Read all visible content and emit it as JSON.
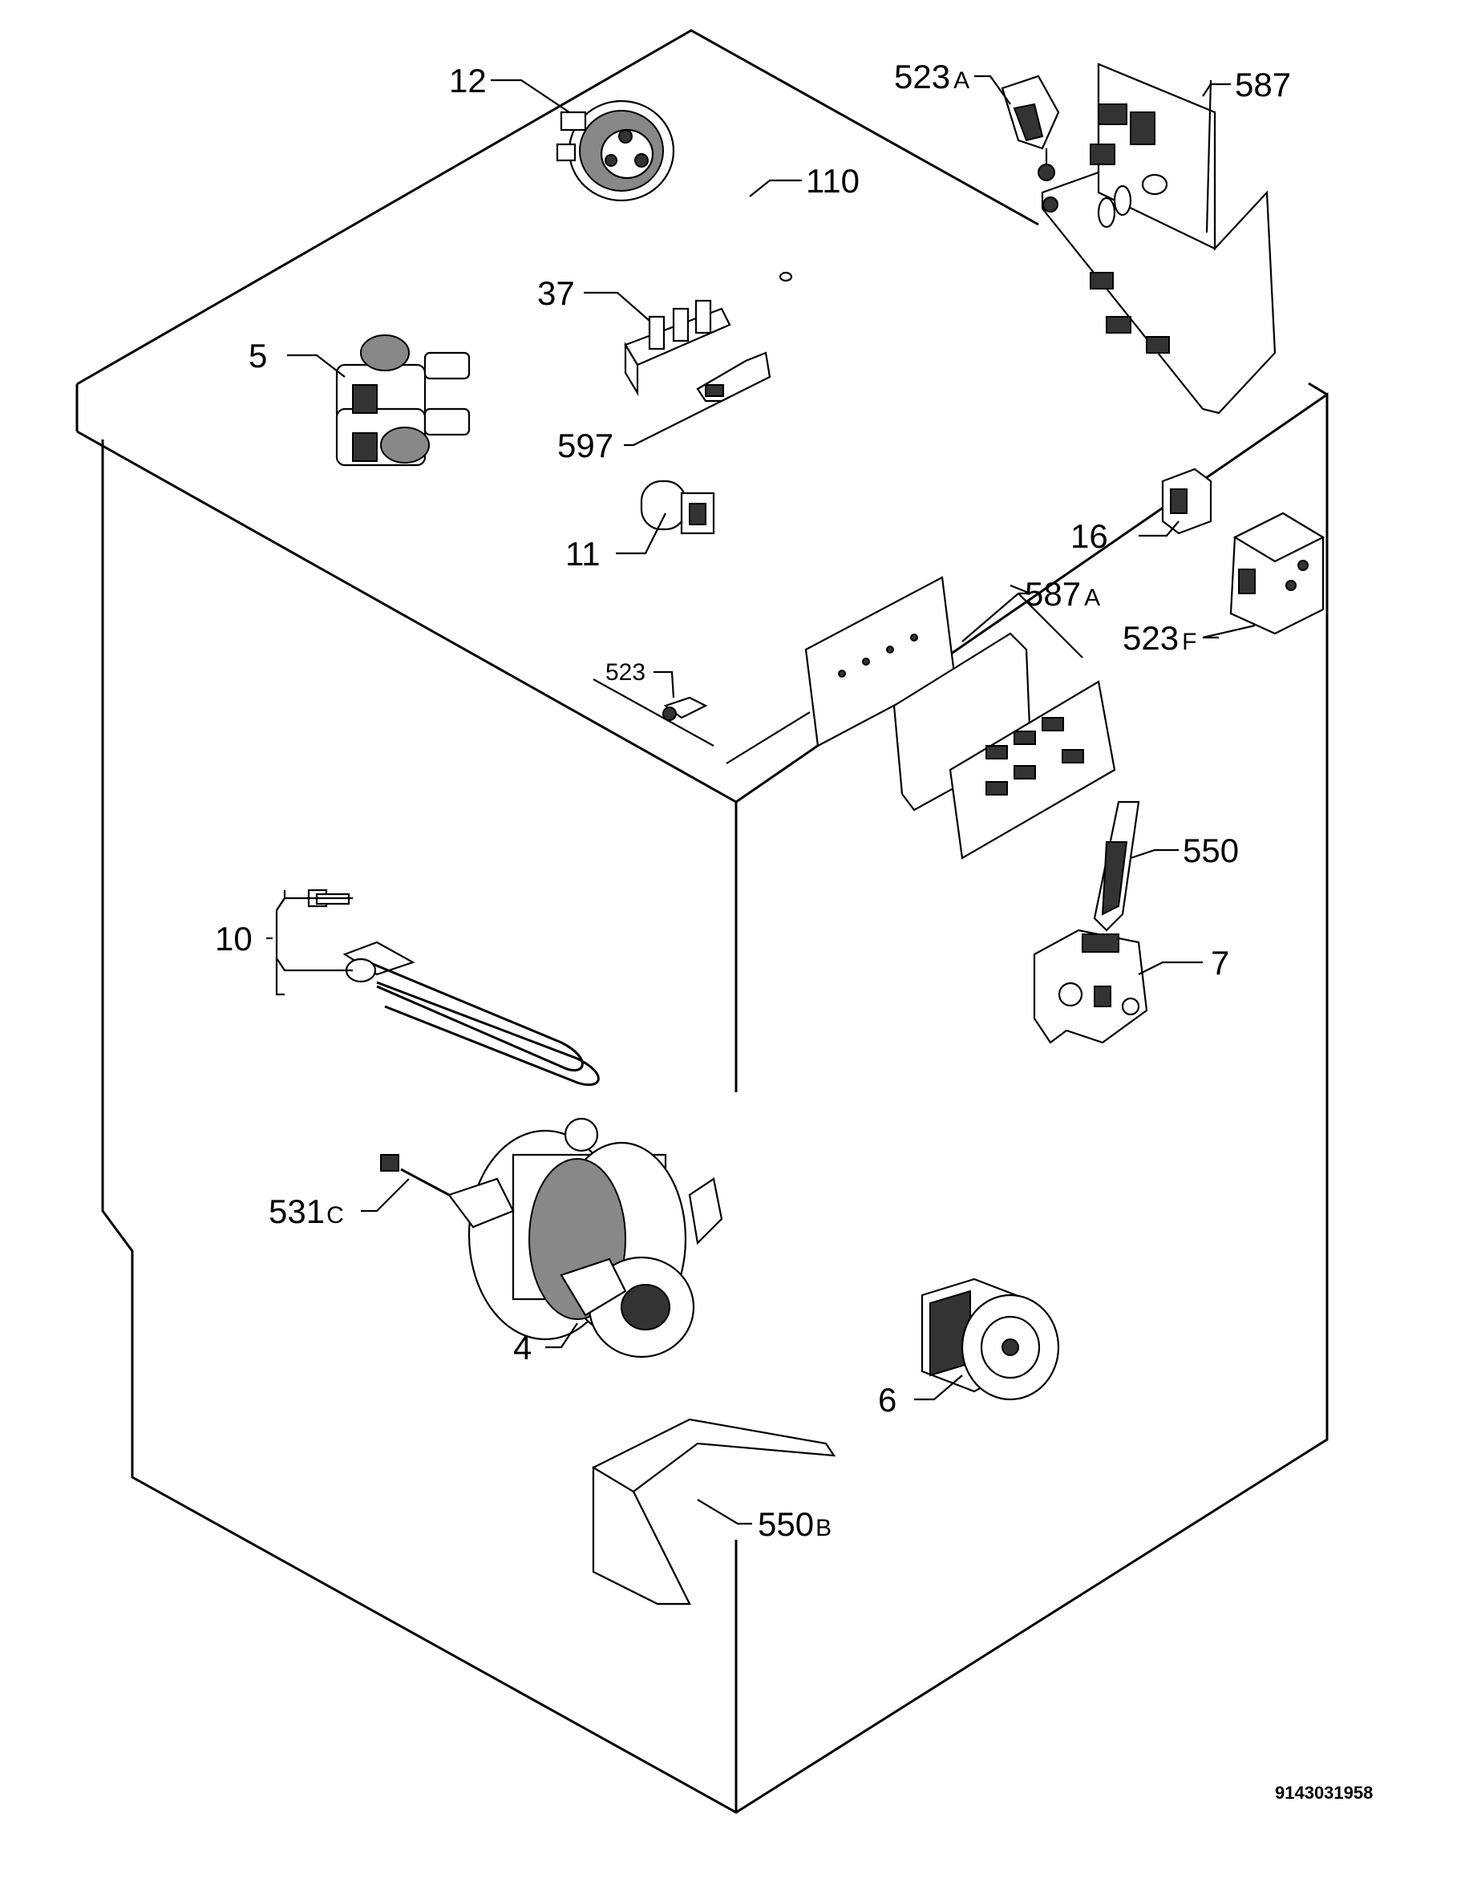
{
  "labels": {
    "p12": "12",
    "p110": "110",
    "p37": "37",
    "p5": "5",
    "p597": "597",
    "p11": "11",
    "p523a_num": "523",
    "p523a_suf": "A",
    "p587": "587",
    "p16": "16",
    "p587a_num": "587",
    "p587a_suf": "A",
    "p523f_num": "523",
    "p523f_suf": "F",
    "p523": "523",
    "p550": "550",
    "p7": "7",
    "p10": "10",
    "p531c_num": "531",
    "p531c_suf": "C",
    "p4": "4",
    "p6": "6",
    "p550b_num": "550",
    "p550b_suf": "B"
  },
  "document_code": "9143031958"
}
